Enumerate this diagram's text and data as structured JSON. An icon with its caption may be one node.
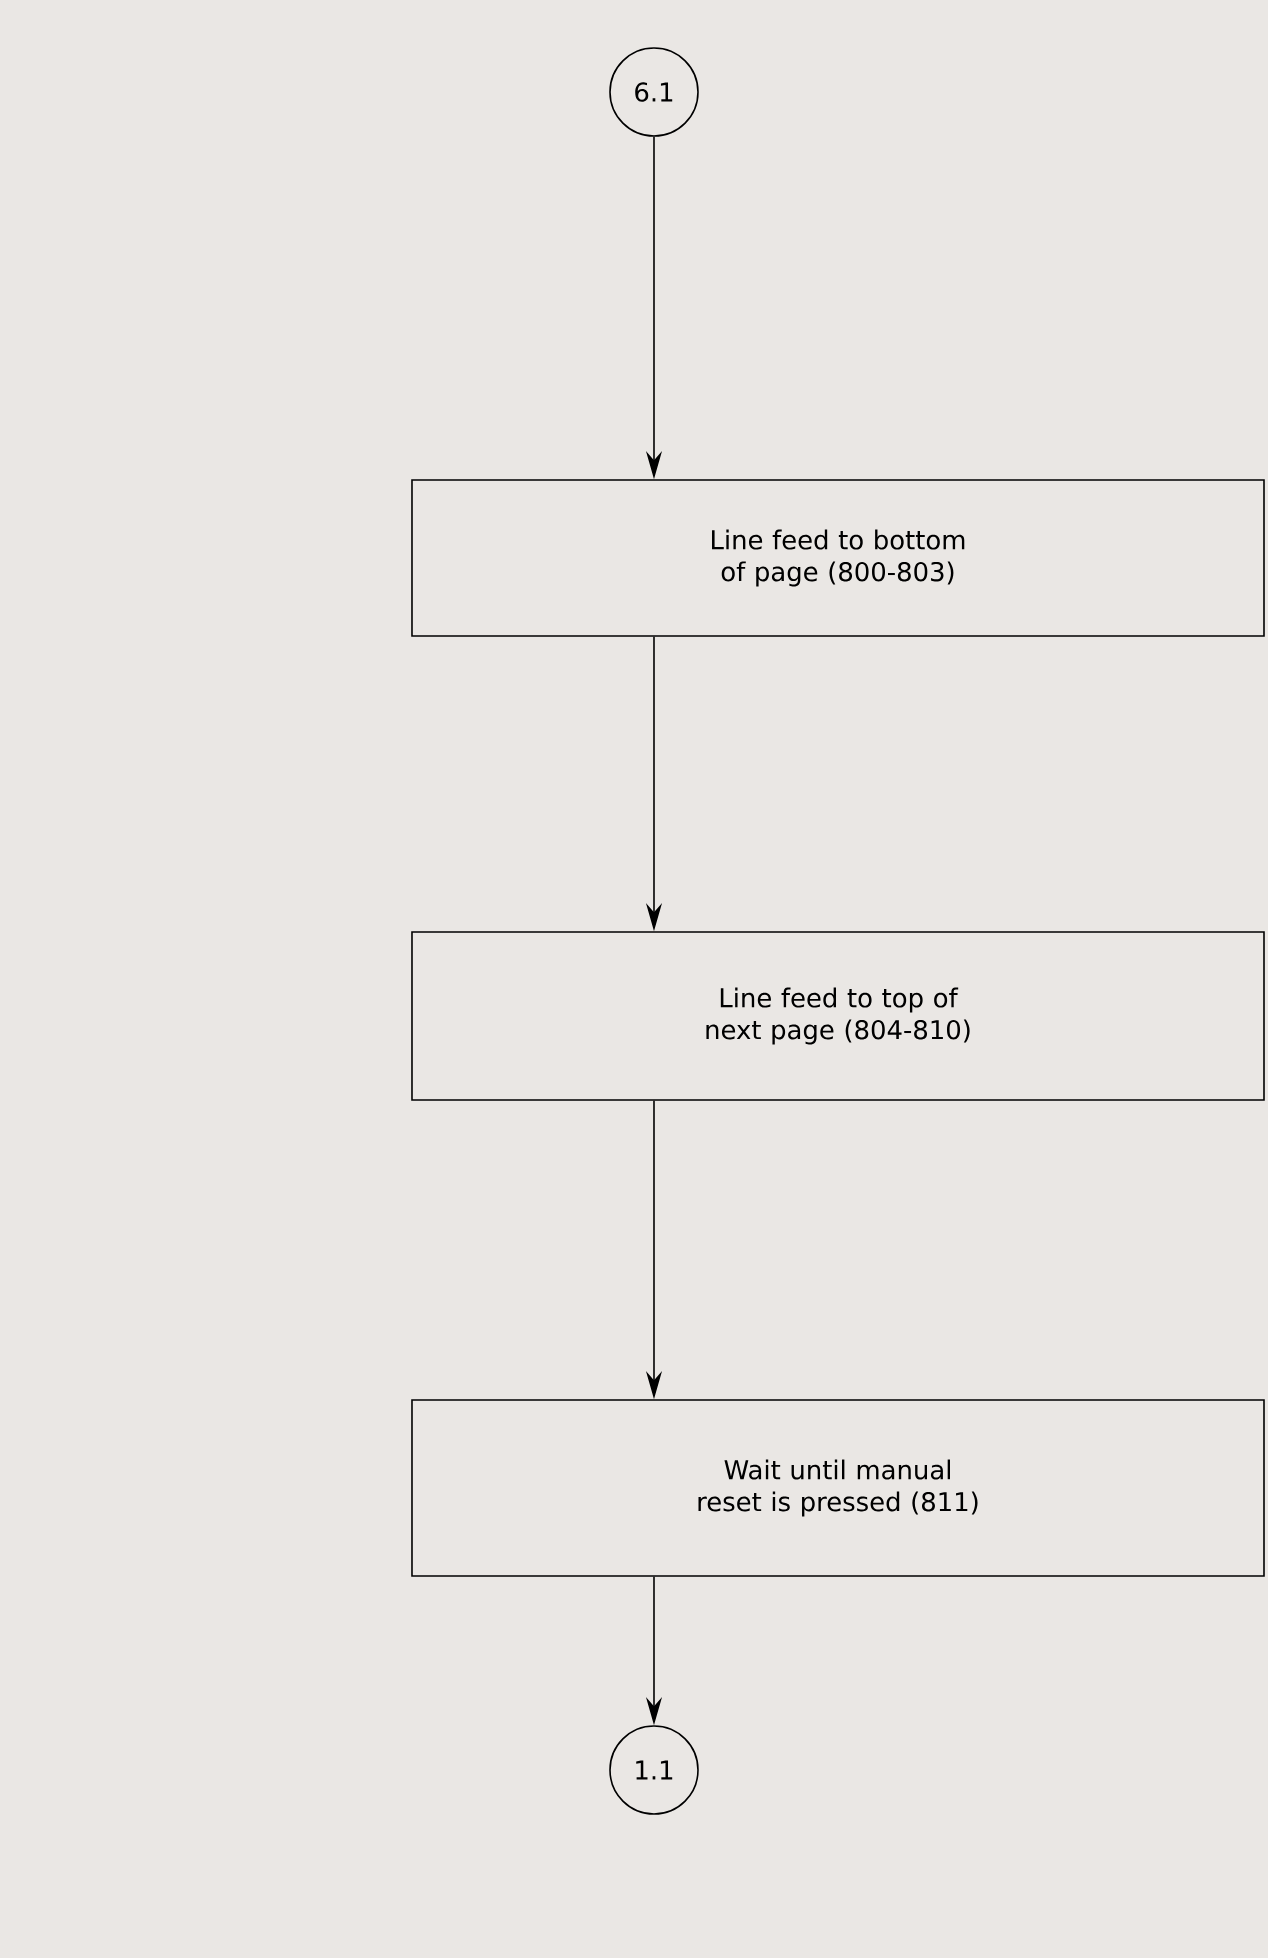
{
  "diagram": {
    "nodes": [
      {
        "text": [
          "6.1"
        ]
      },
      {
        "text": [
          "Line feed to bottom of page (800-803)"
        ]
      },
      {
        "text": [
          "Line feed to top of next page (804-810)"
        ]
      },
      {
        "text": [
          "Wait until manual reset is pressed (811)"
        ]
      },
      {
        "text": [
          "1.1"
        ]
      }
    ],
    "edges": [
      {
        "from": 0,
        "to": 1,
        "arrow": "to"
      },
      {
        "from": 1,
        "to": 2,
        "arrow": "to"
      },
      {
        "from": 2,
        "to": 3,
        "arrow": "to"
      },
      {
        "from": 3,
        "to": 4,
        "arrow": "to"
      }
    ]
  }
}
